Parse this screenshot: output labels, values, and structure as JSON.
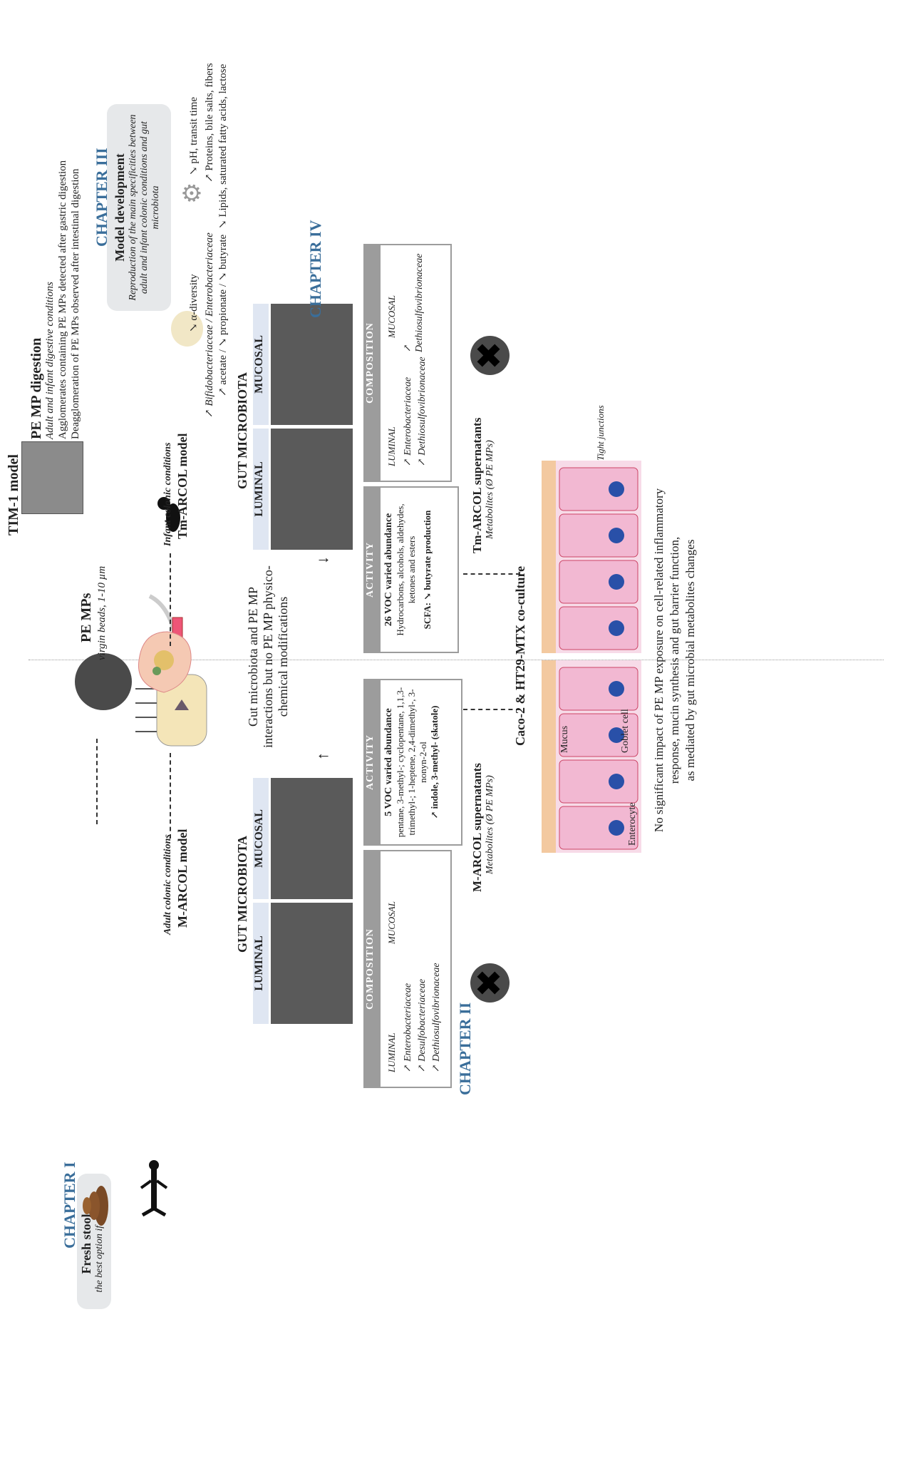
{
  "chapter1": {
    "label": "CHAPTER I",
    "stools_title": "Fresh stools",
    "stools_sub": "the best option if possible",
    "adult_cond": "Adult colonic conditions",
    "adult_model": "M-ARCOL model"
  },
  "pe": {
    "title": "PE MPs",
    "sub": "virgin beads, 1-10 µm"
  },
  "tim": {
    "model": "TIM-1 model",
    "title": "PE MP digestion",
    "sub": "Adult and infant digestive conditions",
    "line1": "Agglomerates containing PE MPs detected after gastric digestion",
    "line2": "Deagglomeration of PE MPs observed after intestinal digestion"
  },
  "chapter3": {
    "label": "CHAPTER III",
    "box_title": "Model development",
    "box_text": "Reproduction of the main specificities between adult and infant colonic conditions and gut microbiota",
    "infant_cond": "Infant colonic conditions",
    "infant_model": "Tm-ARCOL model",
    "b1": "↘ α-diversity",
    "b2": "↗ Bifidobacteriaceae / Enterobacteriaceae",
    "b3": "↗ acetate / ↘ propionate / ↘ butyrate",
    "p1": "↘ pH, transit time",
    "p2": "↗ Proteins, bile salts, fibers",
    "p3": "↘ Lipids, saturated fatty acids, lactose"
  },
  "chapter2": {
    "label": "CHAPTER II",
    "gut": "GUT MICROBIOTA",
    "luminal": "LUMINAL",
    "mucosal": "MUCOSAL",
    "activity_hdr": "ACTIVITY",
    "act_title": "5 VOC varied abundance",
    "act_text": "pentane, 3-methyl-; cyclopentane, 1,1,3-trimethyl-; 1-heptene, 2,4-dimethyl-, 3-nonyn-2-ol",
    "act_indole": "↗ indole, 3-methyl- (skatole)",
    "comp_hdr": "COMPOSITION",
    "comp_lum": "LUMINAL",
    "comp_muc": "MUCOSAL",
    "comp_items": [
      "↗ Enterobacteriaceae",
      "↗ Desulfobacteriaceae",
      "↗ Dethiosulfovibrionaceae"
    ]
  },
  "chapter4": {
    "label": "CHAPTER IV",
    "gut": "GUT MICROBIOTA",
    "luminal": "LUMINAL",
    "mucosal": "MUCOSAL",
    "activity_hdr": "ACTIVITY",
    "act_title": "26 VOC varied abundance",
    "act_text": "Hydrocarbons, alcohols, aldehydes, ketones and esters",
    "act_scfa": "SCFA: ↘ butyrate production",
    "comp_hdr": "COMPOSITION",
    "comp_lum": "LUMINAL",
    "comp_muc": "MUCOSAL",
    "comp_lum_items": [
      "↗ Enterobacteriaceae",
      "↗ Dethiosulfovibrionaceae"
    ],
    "comp_muc_items": [
      "↗ Dethiosulfovibrionaceae"
    ]
  },
  "center": {
    "interaction": "Gut microbiota and PE MP interactions but no PE MP physico-chemical modifications"
  },
  "coculture": {
    "title": "Caco-2 & HT29-MTX co-culture",
    "m_sup": "M-ARCOL supernatants",
    "m_sub": "Metabolites (Ø PE MPs)",
    "tm_sup": "Tm-ARCOL supernatants",
    "tm_sub": "Metabolites (Ø PE MPs)",
    "tight": "Tight junctions",
    "mucus": "Mucus",
    "goblet": "Goblet cell",
    "entero": "Enterocyte",
    "conclusion1": "No significant impact of PE MP exposure on cell-related inflammatory",
    "conclusion2": "response, mucin synthesis and gut barrier function,",
    "conclusion3": "as mediated by gut microbial metabolites changes"
  },
  "colors": {
    "chapter": "#3a6e9a",
    "band": "#dfe6f2",
    "header": "#9c9c9c",
    "cell": "#f2b8d2"
  }
}
